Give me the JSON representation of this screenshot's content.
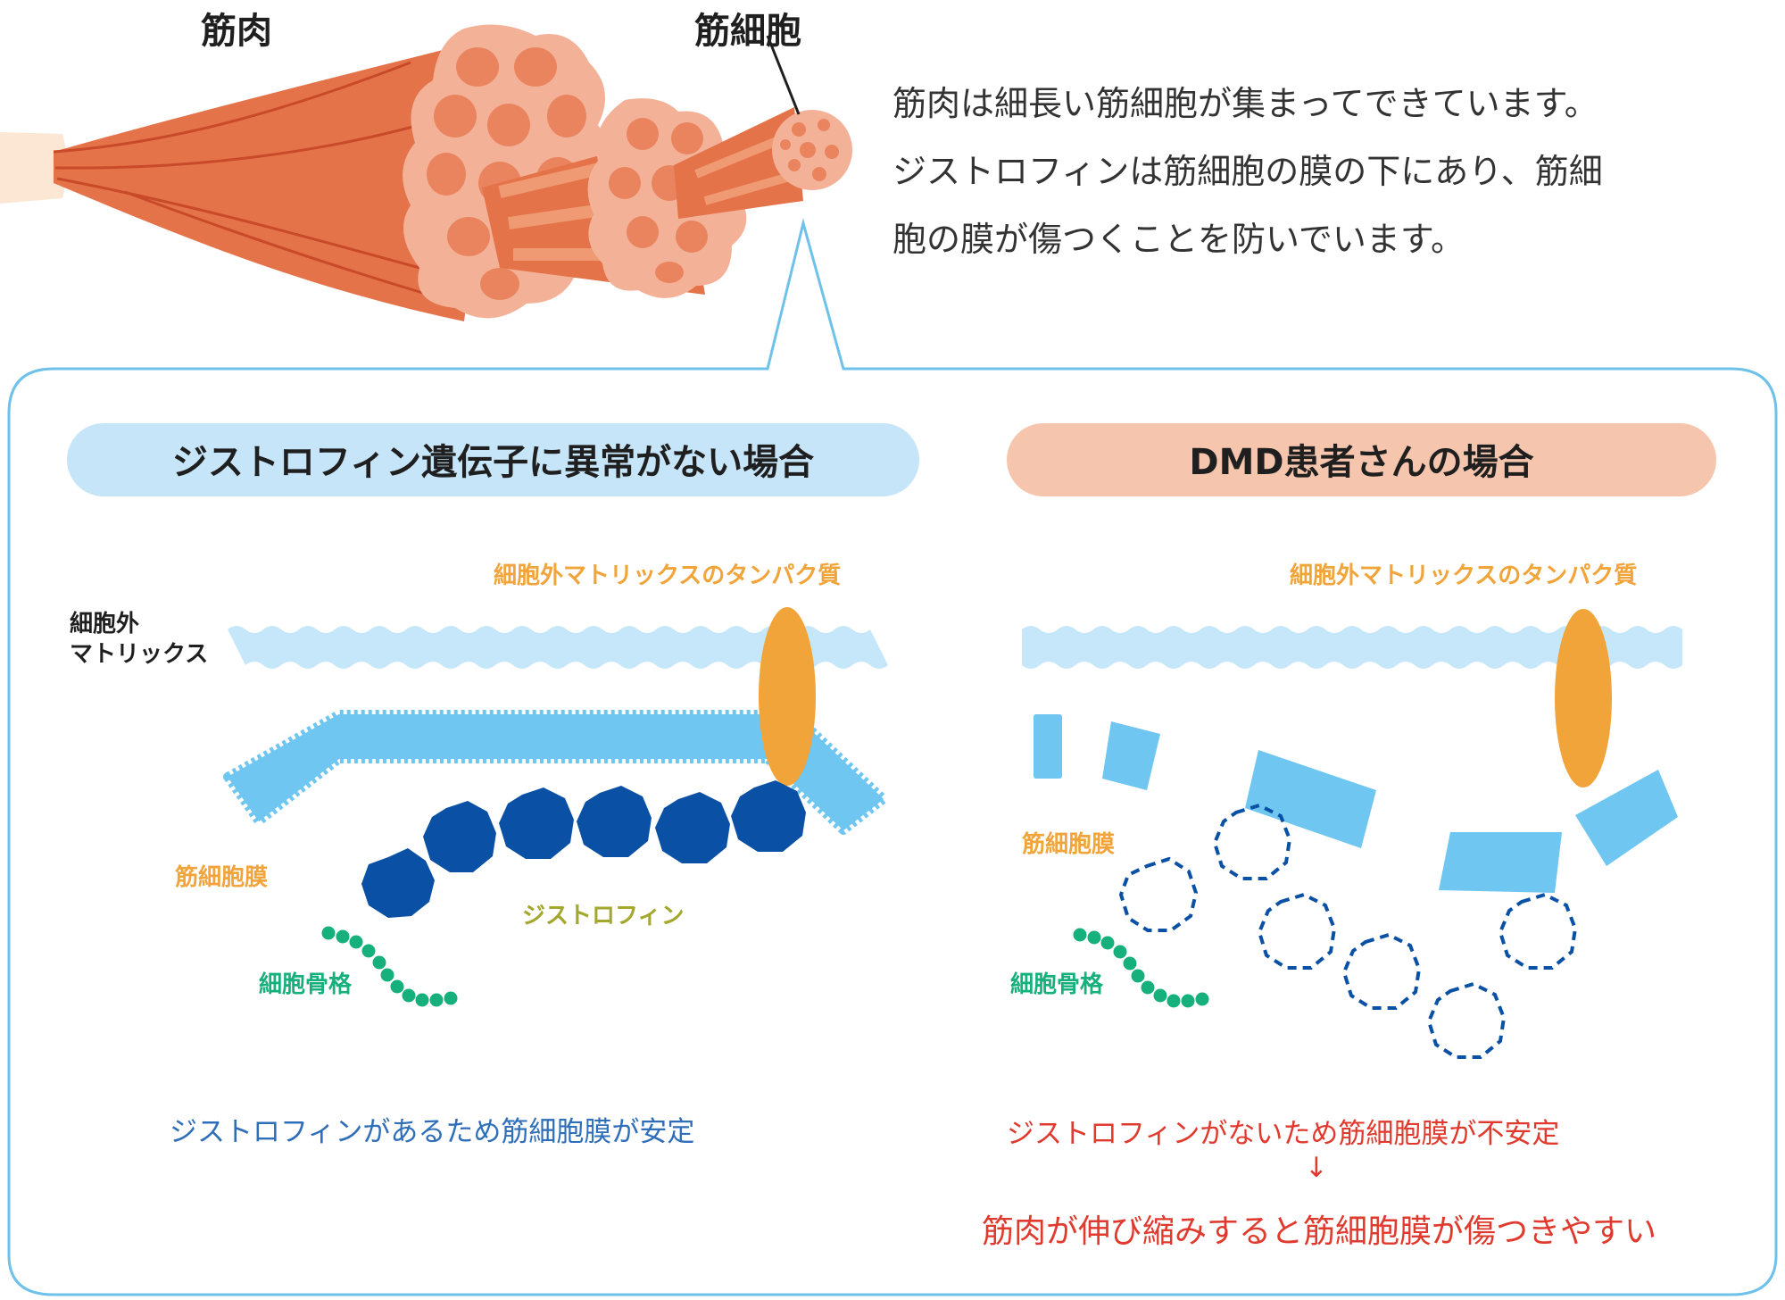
{
  "top": {
    "muscle_label": "筋肉",
    "fiber_label": "筋細胞",
    "intro_lines": [
      "筋肉は細長い筋細胞が集まってできています。",
      "ジストロフィンは筋細胞の膜の下にあり、筋細",
      "胞の膜が傷つくことを防いでいます。"
    ]
  },
  "normal": {
    "header": "ジストロフィン遺伝子に異常がない場合",
    "ecm_protein_label": "細胞外マトリックスのタンパク質",
    "ecm_label_line1": "細胞外",
    "ecm_label_line2": "マトリックス",
    "membrane_label": "筋細胞膜",
    "dystrophin_label": "ジストロフィン",
    "cytoskeleton_label": "細胞骨格",
    "caption": "ジストロフィンがあるため筋細胞膜が安定"
  },
  "dmd": {
    "header": "DMD患者さんの場合",
    "ecm_protein_label": "細胞外マトリックスのタンパク質",
    "membrane_label": "筋細胞膜",
    "cytoskeleton_label": "細胞骨格",
    "caption_line1": "ジストロフィンがないため筋細胞膜が不安定",
    "arrow": "↓",
    "caption_line2": "筋肉が伸び縮みすると筋細胞膜が傷つきやすい"
  },
  "colors": {
    "panel_border": "#6ec1e8",
    "normal_header_bg": "#c6e5f8",
    "dmd_header_bg": "#f5c6ad",
    "membrane": "#6ec6f1",
    "ecm_band": "#c5e7f9",
    "ecm_protein": "#f0a43a",
    "dystrophin": "#0a51a5",
    "cytoskeleton": "#15b07c",
    "orange_text": "#f0a43a",
    "olive_text": "#a3a72c",
    "green_text": "#15b07c",
    "blue_text": "#2f6eb8",
    "red_text": "#e03a2e",
    "muscle": "#e4734a"
  }
}
